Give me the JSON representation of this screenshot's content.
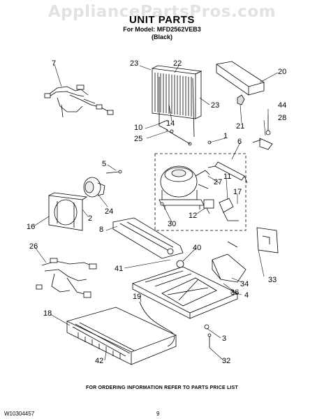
{
  "watermark": "AppliancePartsPros.com",
  "header": {
    "title": "UNIT PARTS",
    "model_line": "For Model: MFD2562VEB3",
    "color_line": "(Black)"
  },
  "callouts": [
    "7",
    "23",
    "22",
    "20",
    "23",
    "14",
    "10",
    "21",
    "25",
    "44",
    "28",
    "1",
    "6",
    "5",
    "24",
    "27",
    "11",
    "17",
    "16",
    "2",
    "12",
    "30",
    "8",
    "26",
    "40",
    "41",
    "33",
    "34",
    "36",
    "4",
    "18",
    "19",
    "3",
    "42",
    "32"
  ],
  "footer": {
    "ordering_note": "FOR ORDERING INFORMATION REFER TO PARTS PRICE LIST",
    "doc_number": "W10304457",
    "page_number": "9"
  }
}
